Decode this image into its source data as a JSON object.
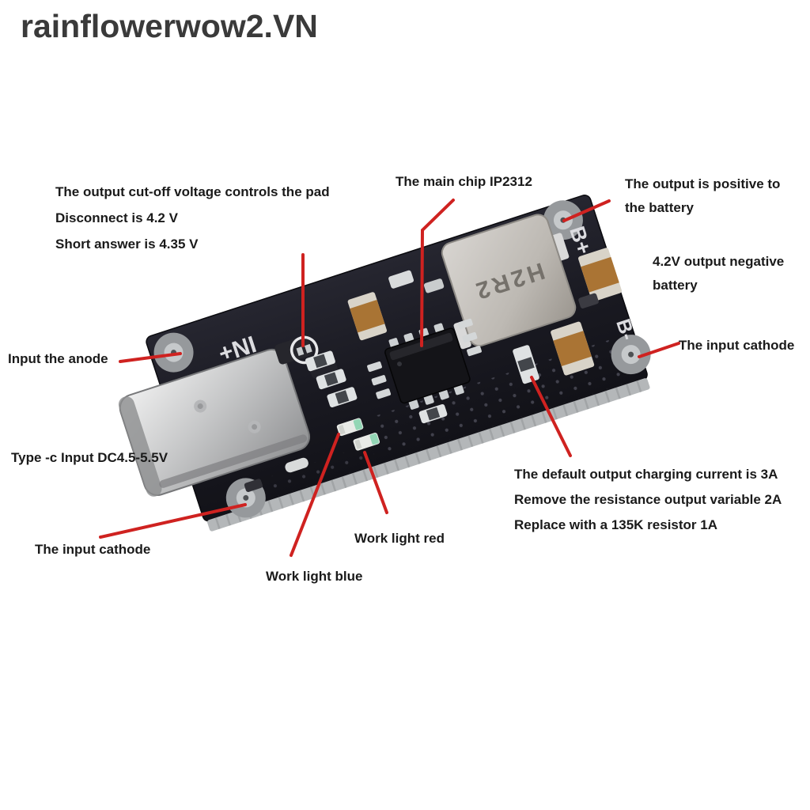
{
  "watermark": "rainflowerwow2.VN",
  "callouts": {
    "cutoff": {
      "lines": [
        "The output cut-off voltage controls the pad",
        "Disconnect is 4.2 V",
        "Short answer is 4.35 V"
      ]
    },
    "main_chip": {
      "label": "The main chip IP2312"
    },
    "output_positive": {
      "lines": [
        "The output is positive to",
        "the battery"
      ]
    },
    "output_negative": {
      "lines": [
        "4.2V output negative",
        "battery"
      ]
    },
    "input_cathode_right": {
      "label": "The input cathode"
    },
    "input_anode": {
      "label": "Input the anode"
    },
    "type_c_input": {
      "label": "Type -c Input DC4.5-5.5V"
    },
    "input_cathode_bottom": {
      "label": "The input cathode"
    },
    "work_light_red": {
      "label": "Work light red"
    },
    "work_light_blue": {
      "label": "Work light blue"
    },
    "charging": {
      "lines": [
        "The default output charging current is 3A",
        "Remove the resistance output variable 2A",
        "Replace with a 135K resistor 1A"
      ]
    }
  },
  "board": {
    "silkscreen_in_plus": "IN+",
    "silkscreen_b_plus": "B+",
    "silkscreen_b_minus": "B-",
    "inductor_marking": "H2R2"
  },
  "colors": {
    "annotation_line": "#cf2220",
    "text": "#1a1a1a",
    "watermark": "#3a3a3a",
    "pcb": "#17171d",
    "background": "#ffffff"
  }
}
